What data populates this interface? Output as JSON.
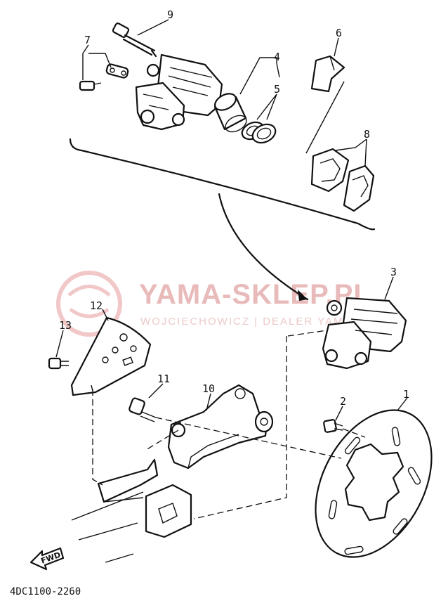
{
  "watermark": {
    "title": "YAMA-SKLEP.PL",
    "subtitle": "WOJCIECHOWICZ | DEALER YAMAHA"
  },
  "diagram_code": "4DC1100-2260",
  "fwd_label": "FWD",
  "callouts": [
    "1",
    "2",
    "3",
    "4",
    "5",
    "6",
    "7",
    "8",
    "9",
    "10",
    "11",
    "12",
    "13"
  ]
}
